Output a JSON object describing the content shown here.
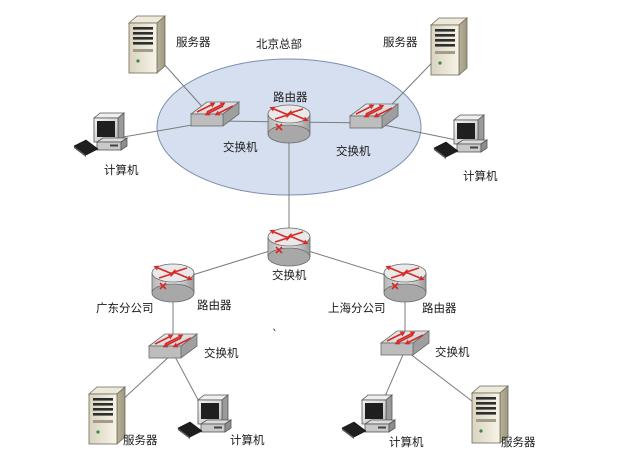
{
  "title": "北京总部",
  "nodes": [
    {
      "id": "bj-server-left",
      "type": "server",
      "label": "服务器"
    },
    {
      "id": "bj-server-right",
      "type": "server",
      "label": "服务器"
    },
    {
      "id": "bj-pc-left",
      "type": "computer",
      "label": "计算机"
    },
    {
      "id": "bj-pc-right",
      "type": "computer",
      "label": "计算机"
    },
    {
      "id": "bj-switch-left",
      "type": "switch",
      "label": "交换机"
    },
    {
      "id": "bj-router",
      "type": "router",
      "label": "路由器"
    },
    {
      "id": "bj-switch-right",
      "type": "switch",
      "label": "交换机"
    },
    {
      "id": "core-switch",
      "type": "router",
      "label": "交换机"
    },
    {
      "id": "gd-router",
      "type": "router",
      "label": "路由器",
      "branch": "广东分公司"
    },
    {
      "id": "sh-router",
      "type": "router",
      "label": "路由器",
      "branch": "上海分公司"
    },
    {
      "id": "gd-switch",
      "type": "switch",
      "label": "交换机"
    },
    {
      "id": "sh-switch",
      "type": "switch",
      "label": "交换机"
    },
    {
      "id": "gd-server",
      "type": "server",
      "label": "服务器"
    },
    {
      "id": "gd-pc",
      "type": "computer",
      "label": "计算机"
    },
    {
      "id": "sh-pc",
      "type": "computer",
      "label": "计算机"
    },
    {
      "id": "sh-server",
      "type": "server",
      "label": "服务器"
    }
  ],
  "links": [
    [
      "bj-server-left",
      "bj-switch-left"
    ],
    [
      "bj-pc-left",
      "bj-switch-left"
    ],
    [
      "bj-switch-left",
      "bj-router"
    ],
    [
      "bj-router",
      "bj-switch-right"
    ],
    [
      "bj-switch-right",
      "bj-server-right"
    ],
    [
      "bj-switch-right",
      "bj-pc-right"
    ],
    [
      "bj-router",
      "core-switch"
    ],
    [
      "core-switch",
      "gd-router"
    ],
    [
      "core-switch",
      "sh-router"
    ],
    [
      "gd-router",
      "gd-switch"
    ],
    [
      "sh-router",
      "sh-switch"
    ],
    [
      "gd-switch",
      "gd-server"
    ],
    [
      "gd-switch",
      "gd-pc"
    ],
    [
      "sh-switch",
      "sh-pc"
    ],
    [
      "sh-switch",
      "sh-server"
    ]
  ],
  "colors": {
    "ellipse_fill": "#d5dff0",
    "ellipse_stroke": "#7c8fb0",
    "arrow": "#d42a2a",
    "line": "#7b7b7b"
  }
}
